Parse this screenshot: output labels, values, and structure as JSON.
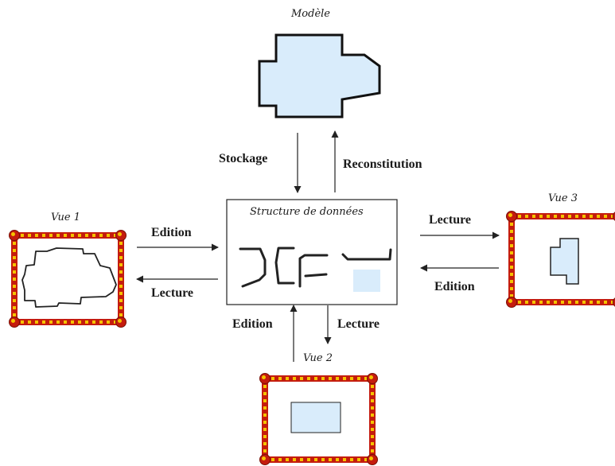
{
  "titles": {
    "model": "Modèle",
    "structure": "Structure de données",
    "view1": "Vue 1",
    "view2": "Vue 2",
    "view3": "Vue 3"
  },
  "arrows": {
    "stockage": "Stockage",
    "reconstitution": "Reconstitution",
    "view1_edition": "Edition",
    "view1_lecture": "Lecture",
    "view2_edition": "Edition",
    "view2_lecture": "Lecture",
    "view3_lecture": "Lecture",
    "view3_edition": "Edition"
  },
  "colors": {
    "shape_fill": "#d9ecfb",
    "frame_red": "#c41c0e",
    "frame_dot": "#f5c400",
    "line": "#222222"
  }
}
